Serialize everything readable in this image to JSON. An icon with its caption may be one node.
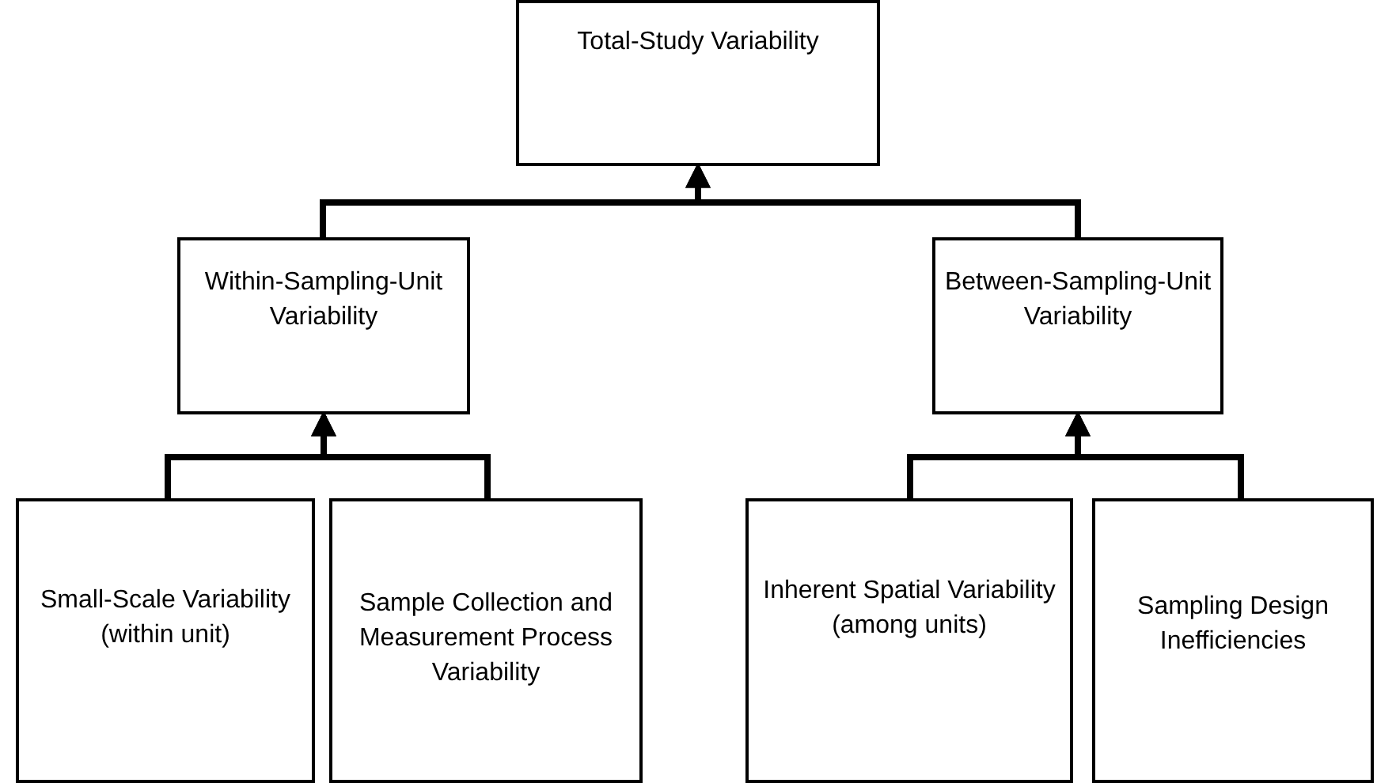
{
  "diagram": {
    "nodes": [
      {
        "text": [
          "Total-Study Variability"
        ]
      },
      {
        "text": [
          "Within-Sampling-Unit Variability"
        ]
      },
      {
        "text": [
          "Between-Sampling-Unit Variability"
        ]
      },
      {
        "text": [
          "Small-Scale Variability (within unit)"
        ]
      },
      {
        "text": [
          "Sample Collection and Measurement Process Variability"
        ]
      },
      {
        "text": [
          "Inherent Spatial Variability (among units)"
        ]
      },
      {
        "text": [
          "Sampling Design Inefficiencies"
        ]
      }
    ],
    "edges": [
      {
        "from": 1,
        "to": 0,
        "arrow": "to"
      },
      {
        "from": 2,
        "to": 0,
        "arrow": "to"
      },
      {
        "from": 3,
        "to": 1,
        "arrow": "to"
      },
      {
        "from": 4,
        "to": 1,
        "arrow": "to"
      },
      {
        "from": 5,
        "to": 2,
        "arrow": "to"
      },
      {
        "from": 6,
        "to": 2,
        "arrow": "to"
      }
    ]
  }
}
